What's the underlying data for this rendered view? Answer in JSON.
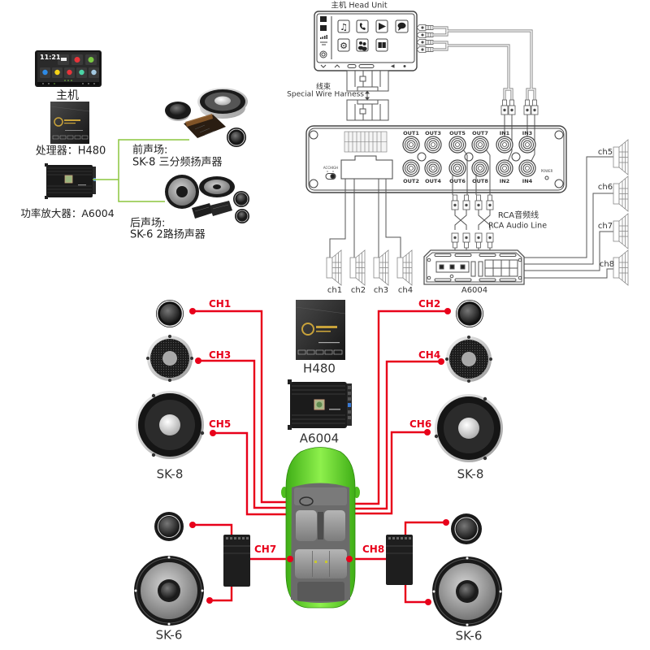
{
  "overview": {
    "head_unit": {
      "label": "主机",
      "screen_time": "11:21"
    },
    "processor": {
      "label": "处理器：H480"
    },
    "amplifier": {
      "label": "功率放大器：A6004"
    },
    "front_stage": {
      "title": "前声场:",
      "description": "SK-8 三分频扬声器"
    },
    "rear_stage": {
      "title": "后声场:",
      "description": "SK-6 2路扬声器"
    }
  },
  "wiring": {
    "head_unit_title": "主机 Head Unit",
    "harness": {
      "label_cn": "线束",
      "label_en": "Special Wire Harness"
    },
    "dsp": {
      "top_row": [
        "OUT1",
        "OUT3",
        "OUT5",
        "OUT7",
        "IN1",
        "IN3"
      ],
      "bottom_row": [
        "OUT2",
        "OUT4",
        "OUT6",
        "OUT8",
        "IN2",
        "IN4"
      ],
      "switch_labels": [
        "ACC",
        "HIGH"
      ],
      "power_label": "POWER"
    },
    "rca_cable": {
      "label_cn": "RCA音频线",
      "label_en": "RCA Audio Line"
    },
    "amplifier_label": "A6004",
    "speaker_channels": [
      "ch1",
      "ch2",
      "ch3",
      "ch4",
      "ch5",
      "ch6",
      "ch7",
      "ch8"
    ]
  },
  "installation": {
    "channels": [
      "CH1",
      "CH2",
      "CH3",
      "CH4",
      "CH5",
      "CH6",
      "CH7",
      "CH8"
    ],
    "processor_label": "H480",
    "amplifier_label": "A6004",
    "front_left_model": "SK-8",
    "front_right_model": "SK-8",
    "rear_left_model": "SK-6",
    "rear_right_model": "SK-6"
  },
  "icons": [
    "music-icon",
    "phone-icon",
    "play-icon",
    "chat-icon",
    "settings-icon",
    "contacts-icon",
    "book-icon"
  ],
  "colors": {
    "wire_red": "#e8001a",
    "bracket_green": "#8cc63f",
    "car_body_green": "#5ccc28",
    "diagram_line": "#555555"
  }
}
